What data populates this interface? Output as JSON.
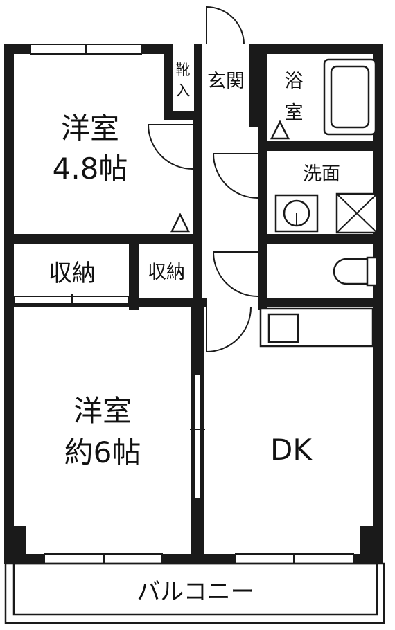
{
  "rooms": {
    "western_room_1": {
      "name": "洋室",
      "size": "4.8帖"
    },
    "storage_1": {
      "name": "収納"
    },
    "storage_2": {
      "name": "収納"
    },
    "shoe_storage": {
      "line1": "靴",
      "line2": "入"
    },
    "entrance": {
      "name": "玄関"
    },
    "bath": {
      "line1": "浴",
      "line2": "室"
    },
    "washroom": {
      "name": "洗面"
    },
    "western_room_2": {
      "name": "洋室",
      "size": "約6帖"
    },
    "dk": {
      "name": "DK"
    },
    "balcony": {
      "name": "バルコニー"
    }
  }
}
